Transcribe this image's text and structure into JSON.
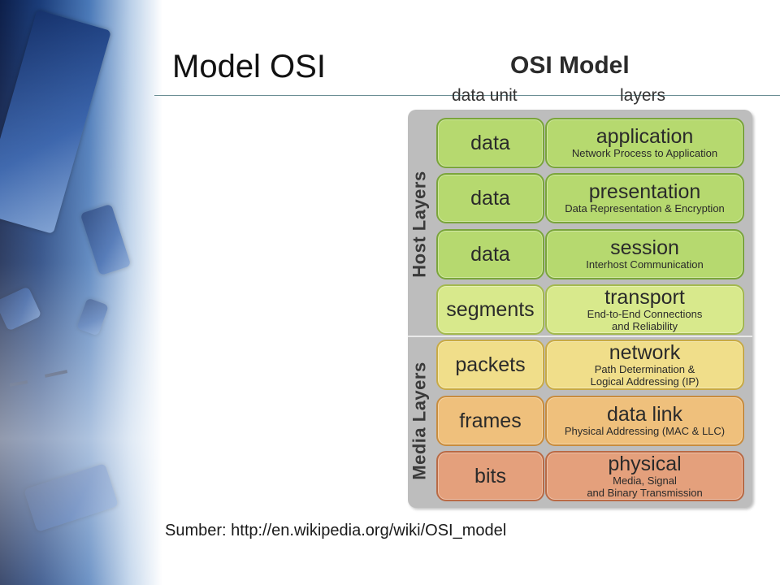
{
  "slide": {
    "title": "Model OSI",
    "caption": "Sumber: http://en.wikipedia.org/wiki/OSI_model"
  },
  "diagram": {
    "title": "OSI Model",
    "col_data_unit": "data unit",
    "col_layers": "layers",
    "group_host": "Host Layers",
    "group_media": "Media Layers",
    "rows": [
      {
        "unit": "data",
        "layer": "application",
        "desc": [
          "Network Process to Application"
        ],
        "color": "#b6d96f",
        "border": "#7aa53a"
      },
      {
        "unit": "data",
        "layer": "presentation",
        "desc": [
          "Data Representation & Encryption"
        ],
        "color": "#b6d96f",
        "border": "#7aa53a"
      },
      {
        "unit": "data",
        "layer": "session",
        "desc": [
          "Interhost Communication"
        ],
        "color": "#b6d96f",
        "border": "#7aa53a"
      },
      {
        "unit": "segments",
        "layer": "transport",
        "desc": [
          "End-to-End Connections",
          "and Reliability"
        ],
        "color": "#d8e98c",
        "border": "#a3b94e"
      },
      {
        "unit": "packets",
        "layer": "network",
        "desc": [
          "Path Determination &",
          "Logical Addressing (IP)"
        ],
        "color": "#f0de8a",
        "border": "#c8aa45"
      },
      {
        "unit": "frames",
        "layer": "data link",
        "desc": [
          "Physical Addressing (MAC & LLC)"
        ],
        "color": "#efc07c",
        "border": "#c88c3e"
      },
      {
        "unit": "bits",
        "layer": "physical",
        "desc": [
          "Media, Signal",
          "and Binary Transmission"
        ],
        "color": "#e4a07c",
        "border": "#b96a45"
      }
    ]
  }
}
